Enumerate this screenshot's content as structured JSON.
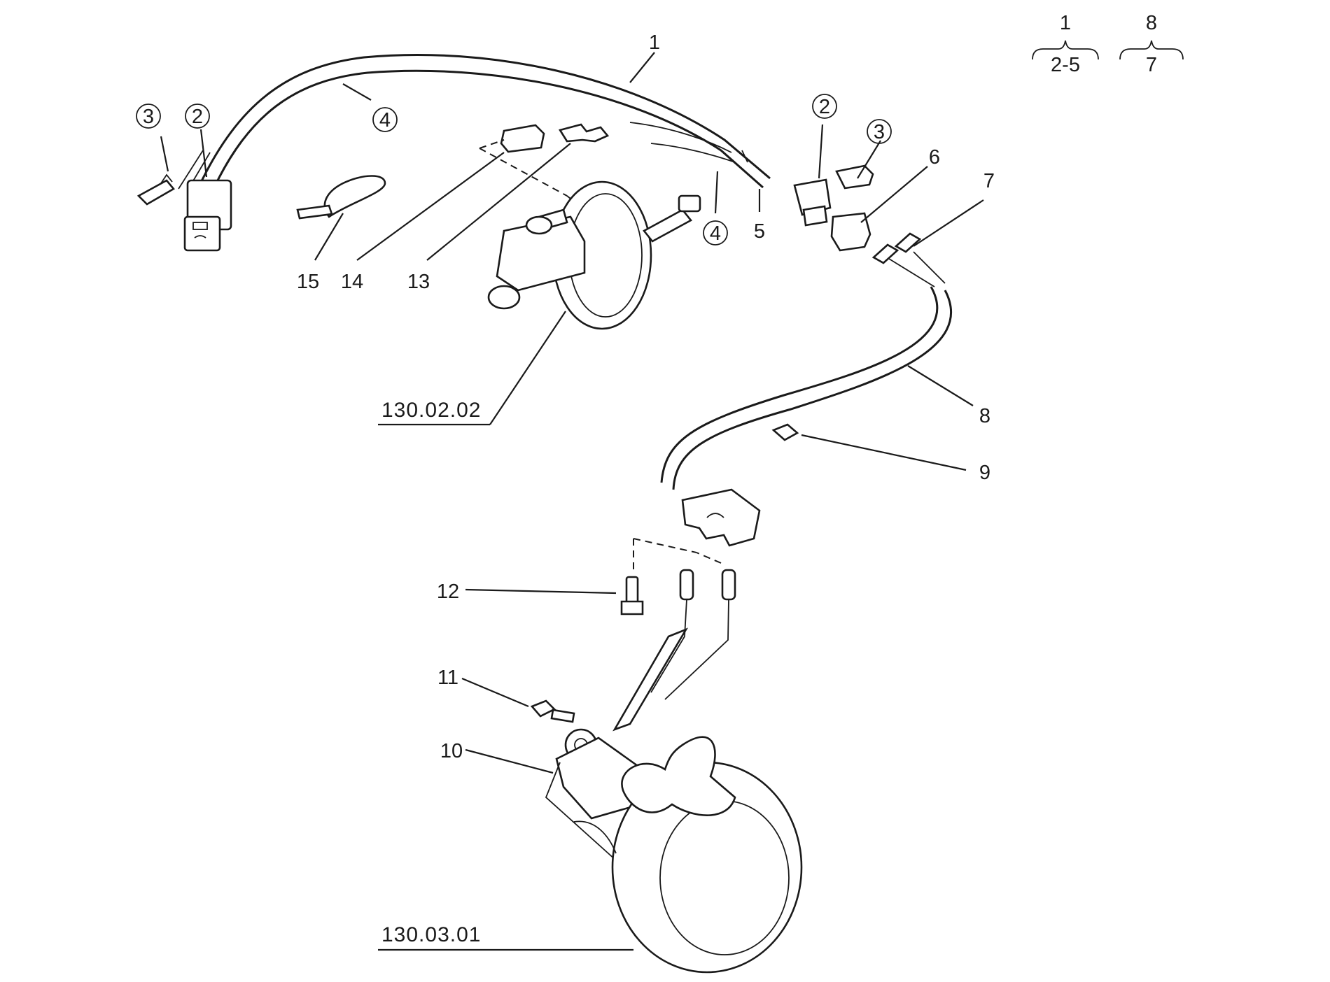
{
  "labels": {
    "l1": "1",
    "l2a": "2",
    "l2b": "2",
    "l3a": "3",
    "l3b": "3",
    "l4a": "4",
    "l4b": "4",
    "l5": "5",
    "l6": "6",
    "l7": "7",
    "l8": "8",
    "l9": "9",
    "l10": "10",
    "l11": "11",
    "l12": "12",
    "l13": "13",
    "l14": "14",
    "l15": "15"
  },
  "references": {
    "brake_booster": "130.02.02",
    "brake_disc": "130.03.01"
  },
  "groups": [
    {
      "top": "1",
      "bottom": "2-5"
    },
    {
      "top": "8",
      "bottom": "7"
    }
  ]
}
